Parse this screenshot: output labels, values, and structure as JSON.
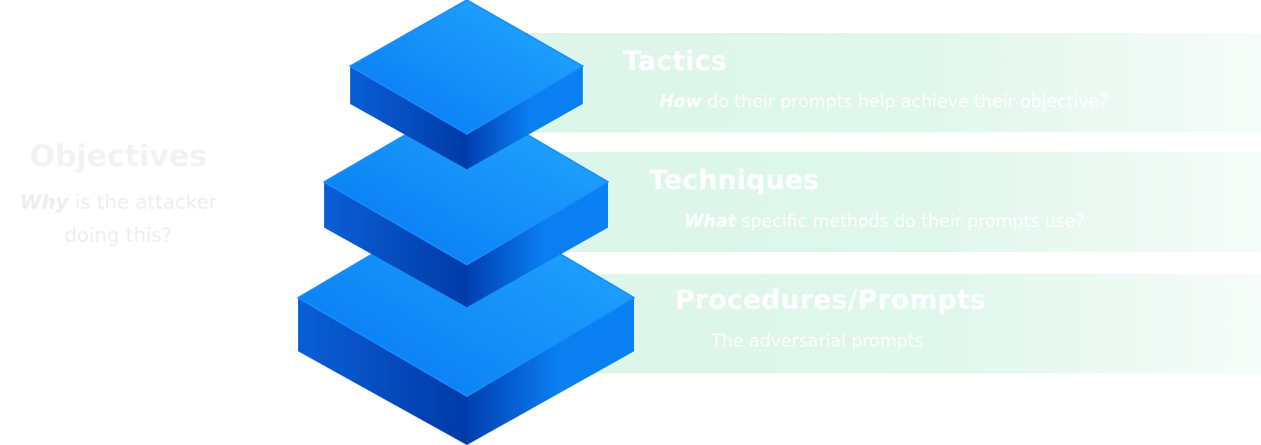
{
  "objectives": {
    "title": "Objectives",
    "question_em": "Why",
    "question_rest": " is the attacker doing this?"
  },
  "layers": [
    {
      "title": "Tactics",
      "question_em": "How",
      "question_rest": " do their prompts help achieve their objective?"
    },
    {
      "title": "Techniques",
      "question_em": "What",
      "question_rest": " specific methods do their prompts use?"
    },
    {
      "title": "Procedures/Prompts",
      "question_em": "",
      "question_rest": "The adversarial prompts"
    }
  ],
  "colors": {
    "band_green": "#dcf6e9",
    "block_top_light": "#22a6ff",
    "block_top_dark": "#0b7ff5",
    "block_side_dark": "#003aa8",
    "block_side_light": "#0a7ff2"
  }
}
